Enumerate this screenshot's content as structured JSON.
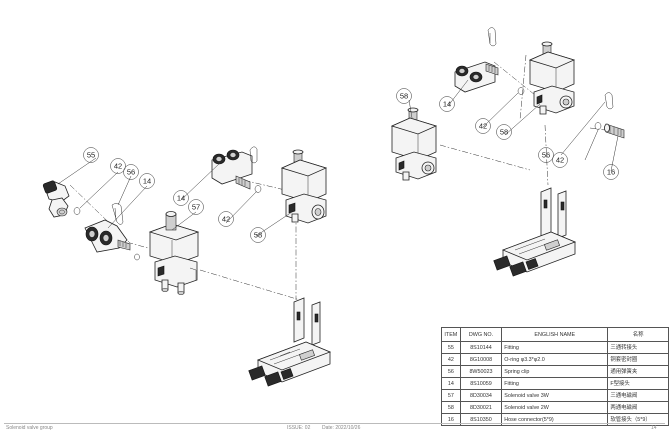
{
  "balloons": {
    "left": [
      "55",
      "42",
      "56",
      "14",
      "14",
      "57",
      "42",
      "58"
    ],
    "right": [
      "58",
      "14",
      "42",
      "58",
      "56",
      "42",
      "16"
    ]
  },
  "bom": {
    "headers": {
      "item": "ITEM",
      "dwg": "DWG NO.",
      "name": "ENGLISH NAME",
      "cn": "名称"
    },
    "rows": [
      {
        "item": "55",
        "dwg": "8S10144",
        "name": "Fitting",
        "cn": "三通转接头"
      },
      {
        "item": "42",
        "dwg": "8G10008",
        "name": "O-ring φ3.3*φ2.0",
        "cn": "铜套密封圈"
      },
      {
        "item": "56",
        "dwg": "8W50023",
        "name": "Spring clip",
        "cn": "通用弹簧夹"
      },
      {
        "item": "14",
        "dwg": "8S10059",
        "name": "Fitting",
        "cn": "F型接头"
      },
      {
        "item": "57",
        "dwg": "8D30034",
        "name": "Solenoid valve 3W",
        "cn": "三通电磁阀"
      },
      {
        "item": "58",
        "dwg": "8D30021",
        "name": "Solenoid valve 2W",
        "cn": "两通电磁阀"
      },
      {
        "item": "16",
        "dwg": "8S10350",
        "name": "Hose connector(5*9)",
        "cn": "软管接头（5*9）"
      }
    ]
  },
  "footer": {
    "title": "Solenoid valve group",
    "issue": "ISSUE: 02",
    "date": "Date: 2022/10/26",
    "page": "14"
  }
}
